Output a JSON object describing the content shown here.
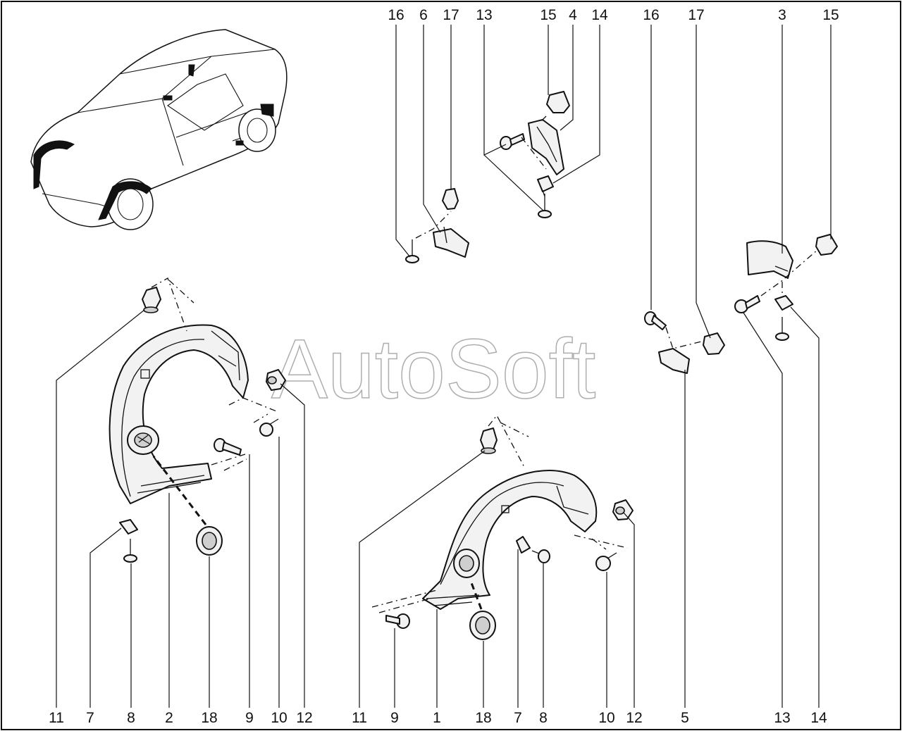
{
  "watermark": "AutoSoft",
  "top_labels": [
    "16",
    "6",
    "17",
    "13",
    "15",
    "4",
    "14",
    "16",
    "17",
    "3",
    "15"
  ],
  "bottom_labels": [
    "11",
    "7",
    "8",
    "2",
    "18",
    "9",
    "10",
    "12",
    "11",
    "9",
    "1",
    "18",
    "7",
    "8",
    "10",
    "12",
    "5",
    "13",
    "14"
  ],
  "icons": {
    "car": "car-overview-icon",
    "front_fender_liner": "front-fender-liner-icon",
    "rear_fender_liner": "rear-fender-liner-icon",
    "clip": "plastic-clip-icon",
    "screw": "screw-icon",
    "cap": "service-cap-icon",
    "bracket": "bracket-icon"
  },
  "colors": {
    "line": "#111111",
    "watermark": "#9a9a9a",
    "background": "#ffffff"
  }
}
